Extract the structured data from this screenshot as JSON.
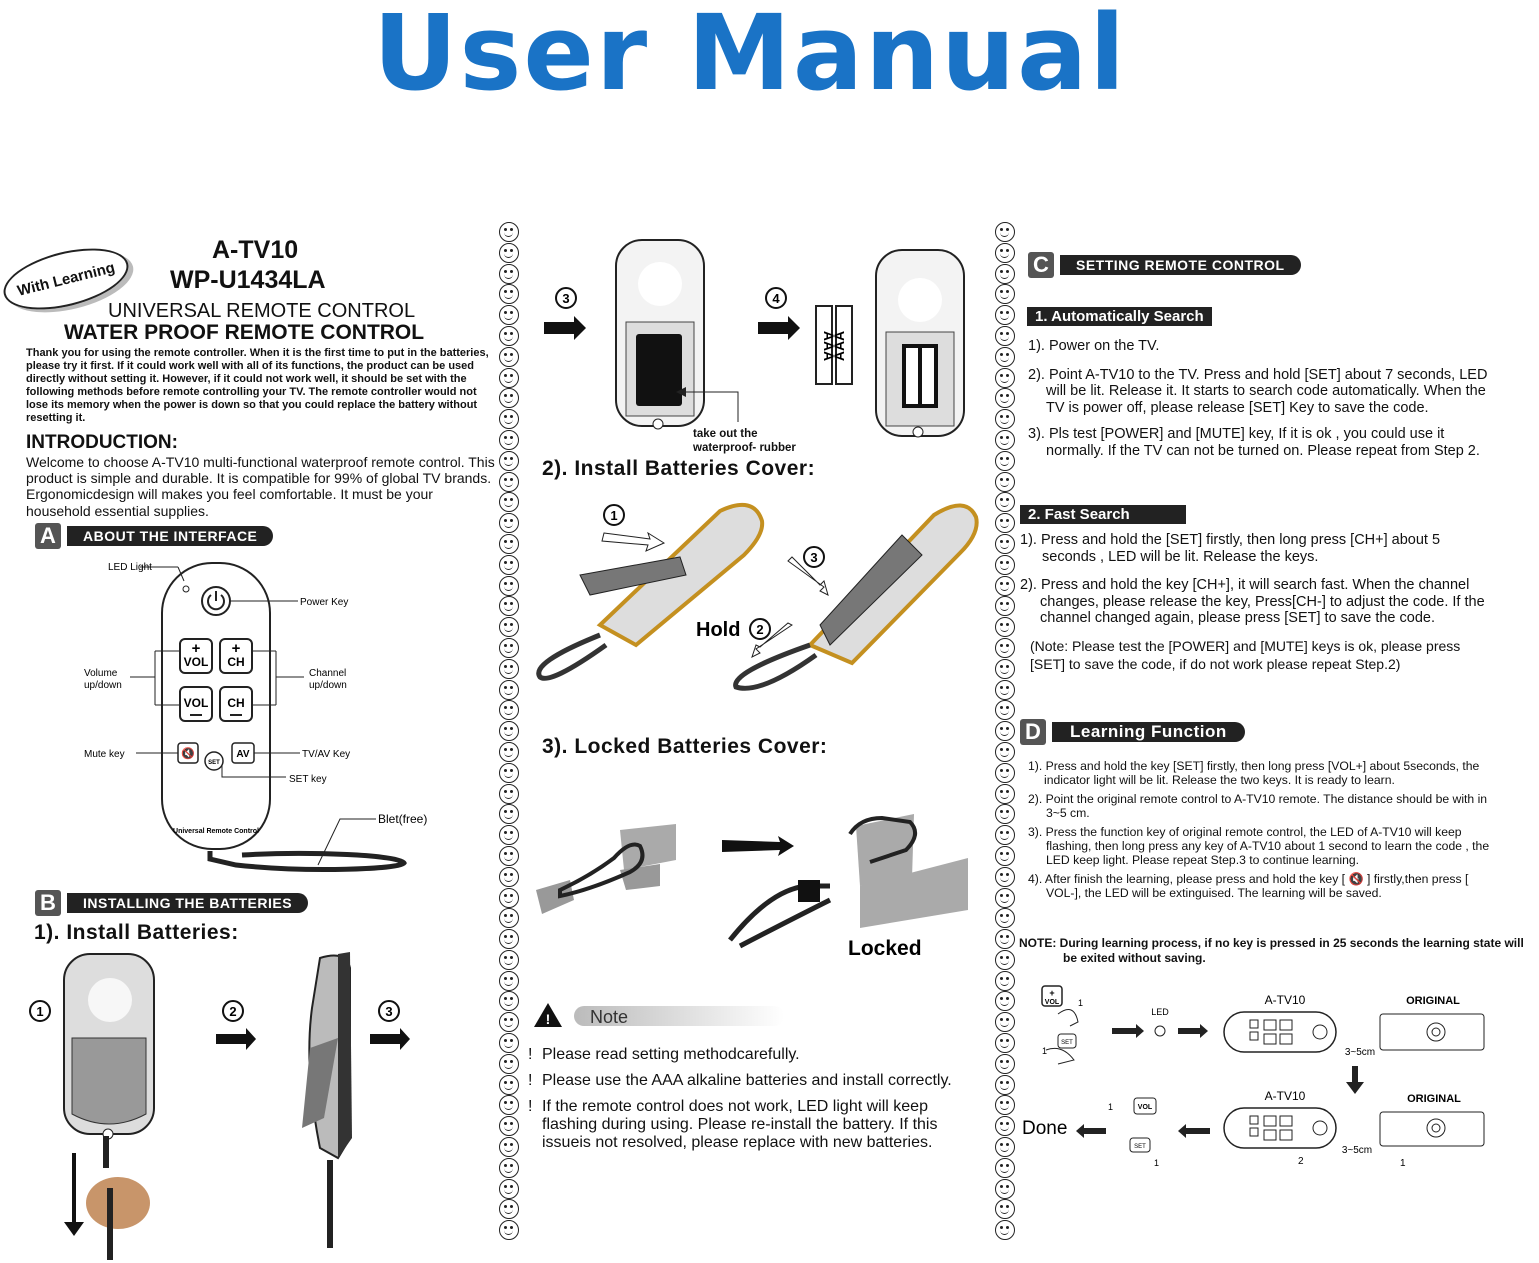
{
  "banner": {
    "title": "User Manual"
  },
  "left": {
    "badge": "With Learning",
    "model": "A-TV10",
    "model2": "WP-U1434LA",
    "subtitle": "UNIVERSAL REMOTE CONTROL",
    "subtitle2": "WATER PROOF REMOTE CONTROL",
    "thanks": "Thank you for using the remote controller. When it is the first time to put in the batteries, please try it first. If it could work well with all of its functions, the product can be used directly without setting it. However, if it could not work well, it should be set with the following methods before remote controlling your TV. The remote controller would not lose its memory when the power is down so that you could replace the battery without resetting it.",
    "intro_heading": "INTRODUCTION:",
    "intro_text": "Welcome to choose A-TV10 multi-functional waterproof  remote control. This product is simple and durable. It is compatible for 99% of global TV brands.  Ergonomicdesign will makes you feel comfortable.  It must be your household essential supplies.",
    "section_a": {
      "letter": "A",
      "label": "ABOUT THE INTERFACE"
    },
    "remote_labels": {
      "led": "LED Light",
      "power": "Power Key",
      "volume": "Volume\nup/down",
      "channel": "Channel\nup/down",
      "mute": "Mute key",
      "tvav": "TV/AV Key",
      "set": "SET key",
      "belt": "Blet(free)",
      "brand": "Universal Remote Control",
      "vol": "VOL",
      "ch": "CH",
      "av": "AV",
      "setbtn": "SET"
    },
    "section_b": {
      "letter": "B",
      "label": "INSTALLING THE BATTERIES"
    },
    "install_heading": "1). Install Batteries:",
    "steps": [
      "1",
      "2",
      "3"
    ]
  },
  "middle": {
    "steps": [
      "3",
      "4"
    ],
    "battery_label": "AAA",
    "take_out": "take out the\nwaterproof- rubber",
    "cover_heading": "2). Install Batteries Cover:",
    "cover_steps": [
      "1",
      "3"
    ],
    "hold": "Hold",
    "hold_num": "2",
    "locked_heading": "3). Locked Batteries Cover:",
    "locked": "Locked",
    "note_title": "Note",
    "notes": [
      "Please read setting methodcarefully.",
      "Please use the AAA alkaline batteries and install correctly.",
      "If the remote control does not work, LED light will keep flashing during using. Please re-install the battery. If this issueis not resolved, please replace with new batteries."
    ],
    "bang": "!"
  },
  "right": {
    "section_c": {
      "letter": "C",
      "label": "SETTING REMOTE CONTROL"
    },
    "auto_heading": "1. Automatically Search",
    "auto_steps": [
      "1). Power on the TV.",
      "2). Point A-TV10 to the TV.  Press and hold [SET] about 7 seconds, LED will be lit. Release it.  It starts to search code automatically. When the TV is power off, please release [SET] Key to save the code.",
      "3). Pls test [POWER] and [MUTE] key, If it is ok , you could use it normally.  If the TV can not be turned on. Please repeat from Step 2."
    ],
    "fast_heading": "2. Fast Search",
    "fast_steps": [
      "1). Press and hold the [SET] firstly, then long press [CH+] about 5 seconds , LED will be lit. Release the keys.",
      "2). Press and hold the key [CH+], it will search fast. When the channel changes, please release the key, Press[CH-] to adjust the code. If the channel changed again, please press [SET] to save the code."
    ],
    "fast_note": "(Note: Please test the [POWER] and [MUTE] keys is ok, please press [SET] to save the code, if do not work please repeat Step.2)",
    "section_d": {
      "letter": "D",
      "label": "Learning Function"
    },
    "learn_steps": [
      "1). Press and hold the key [SET] firstly, then long press [VOL+] about 5seconds, the indicator light will be lit. Release the two keys. It is ready to learn.",
      "2). Point the original remote control to A-TV10 remote. The distance should be with in 3~5 cm.",
      "3). Press the function key of original remote control, the LED of A-TV10 will keep flashing, then long press any key of A-TV10 about 1 second to learn the code , the LED keep light. Please repeat Step.3 to continue learning.",
      "4). After finish the learning, please press and hold the key [ 🔇 ] firstly,then press [ VOL-], the LED will be extinguised. The learning will be saved."
    ],
    "learn_note": "NOTE: During learning process, if no key is pressed in 25 seconds the learning state will be exited without saving.",
    "diagram": {
      "led": "LED",
      "atv10": "A-TV10",
      "original": "ORIGINAL",
      "distance": "3~5cm",
      "done": "Done",
      "vol": "VOL",
      "set": "SET",
      "one": "1",
      "two": "2"
    }
  }
}
